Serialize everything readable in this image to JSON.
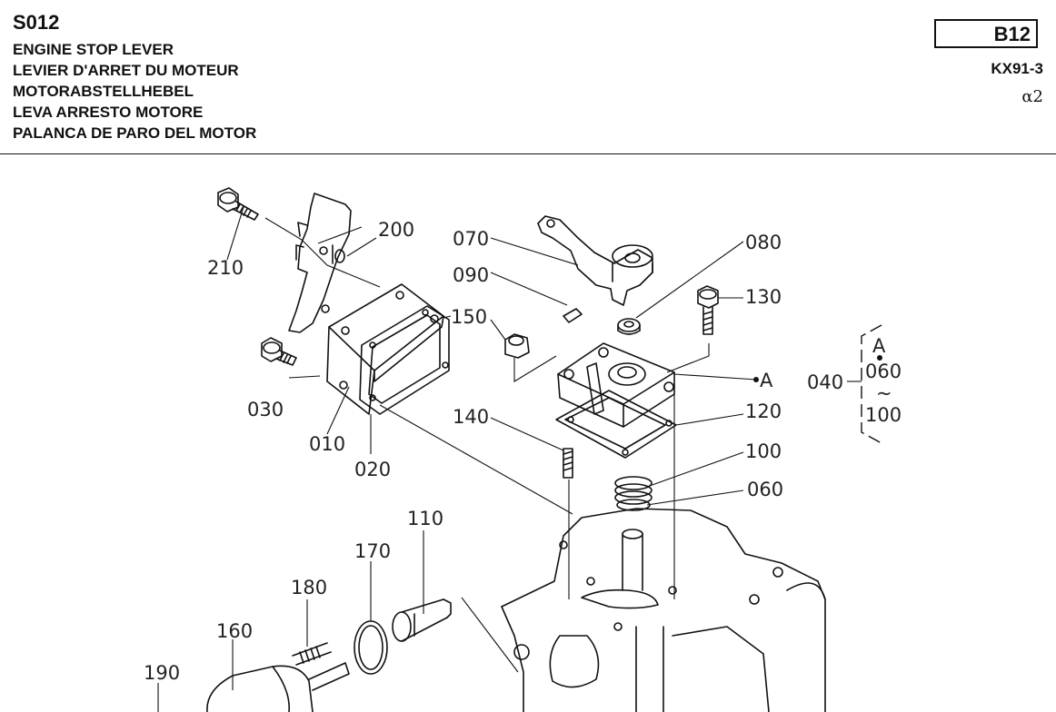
{
  "header": {
    "section_code": "S012",
    "titles": [
      "ENGINE STOP LEVER",
      "LEVIER D'ARRET DU MOTEUR",
      "MOTORABSTELLHEBEL",
      "LEVA ARRESTO MOTORE",
      "PALANCA DE PARO DEL MOTOR"
    ],
    "page_ref": "B12",
    "model": "KX91-3",
    "variant": "α2"
  },
  "diagram": {
    "callouts": {
      "p010": "010",
      "p020": "020",
      "p030": "030",
      "p040": "040",
      "p060": "060",
      "p070": "070",
      "p080": "080",
      "p090": "090",
      "p100": "100",
      "p110": "110",
      "p120": "120",
      "p130": "130",
      "p140": "140",
      "p150": "150",
      "p160": "160",
      "p170": "170",
      "p180": "180",
      "p190": "190",
      "p200": "200",
      "p210": "210"
    },
    "group": {
      "ref": "A",
      "ref_marker": "A",
      "range_start": "060",
      "range_tilde": "~",
      "range_end": "100"
    }
  }
}
